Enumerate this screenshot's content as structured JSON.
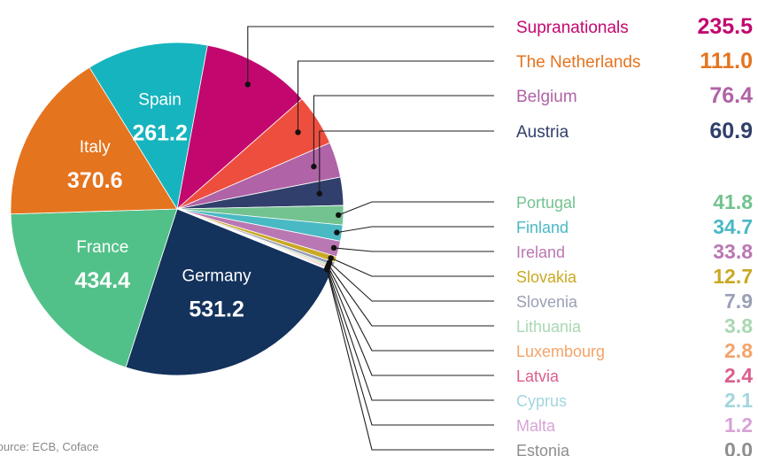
{
  "chart_data": {
    "type": "pie",
    "title": "",
    "source": "Source: ECB, Coface",
    "unit": "",
    "slices": [
      {
        "name": "Supranationals",
        "value": 235.5,
        "color": "#c2086f",
        "label": "235.5"
      },
      {
        "name": "The Netherlands",
        "value": 111.0,
        "color": "#ee4e3e",
        "label": "111.0"
      },
      {
        "name": "Belgium",
        "value": 76.4,
        "color": "#b063a6",
        "label": "76.4"
      },
      {
        "name": "Austria",
        "value": 60.9,
        "color": "#303f6b",
        "label": "60.9"
      },
      {
        "name": "Portugal",
        "value": 41.8,
        "color": "#72c38f",
        "label": "41.8"
      },
      {
        "name": "Finland",
        "value": 34.7,
        "color": "#49b9c4",
        "label": "34.7"
      },
      {
        "name": "Ireland",
        "value": 33.8,
        "color": "#b977b4",
        "label": "33.8"
      },
      {
        "name": "Slovakia",
        "value": 12.7,
        "color": "#c9a922",
        "label": "12.7"
      },
      {
        "name": "Slovenia",
        "value": 7.9,
        "color": "#9a9fb6",
        "label": "7.9"
      },
      {
        "name": "Lithuania",
        "value": 3.8,
        "color": "#a9d8b3",
        "label": "3.8"
      },
      {
        "name": "Luxembourg",
        "value": 2.8,
        "color": "#f2a46a",
        "label": "2.8"
      },
      {
        "name": "Latvia",
        "value": 2.4,
        "color": "#db5e8d",
        "label": "2.4"
      },
      {
        "name": "Cyprus",
        "value": 2.1,
        "color": "#a2d6dd",
        "label": "2.1"
      },
      {
        "name": "Malta",
        "value": 1.2,
        "color": "#d7a3d5",
        "label": "1.2"
      },
      {
        "name": "Estonia",
        "value": 0.0,
        "color": "#8e8e8e",
        "label": "0.0"
      },
      {
        "name": "Germany",
        "value": 531.2,
        "color": "#13325c",
        "label": "531.2"
      },
      {
        "name": "France",
        "value": 434.4,
        "color": "#52c189",
        "label": "434.4"
      },
      {
        "name": "Italy",
        "value": 370.6,
        "color": "#e5741f",
        "label": "370.6"
      },
      {
        "name": "Spain",
        "value": 261.2,
        "color": "#16b4be",
        "label": "261.2"
      }
    ],
    "legend_colors": {
      "Supranationals": "#c2086f",
      "The Netherlands": "#e5741f",
      "Belgium": "#b063a6",
      "Austria": "#303f6b",
      "Portugal": "#72c38f",
      "Finland": "#49b9c4",
      "Ireland": "#b977b4",
      "Slovakia": "#c9a922",
      "Slovenia": "#9a9fb6",
      "Lithuania": "#a9d8b3",
      "Luxembourg": "#f2a46a",
      "Latvia": "#db5e8d",
      "Cyprus": "#a2d6dd",
      "Malta": "#d7a3d5",
      "Estonia": "#8e8e8e"
    },
    "inside_labels": [
      "Germany",
      "France",
      "Italy",
      "Spain"
    ],
    "legend_placement": "right",
    "grid": false
  }
}
